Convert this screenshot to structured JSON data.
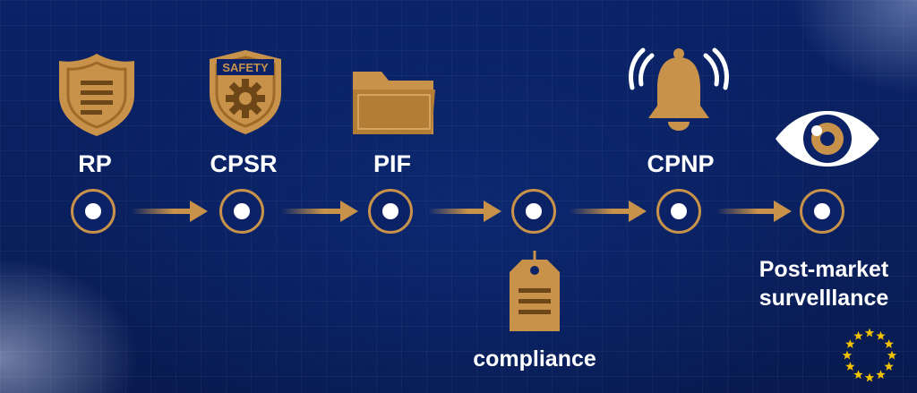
{
  "steps": [
    {
      "label": "RP",
      "icon": "shield-document-icon"
    },
    {
      "label": "CPSR",
      "icon": "safety-badge-gear-icon",
      "badge_text": "SAFETY"
    },
    {
      "label": "PIF",
      "icon": "folder-icon"
    },
    {
      "label": "compliance",
      "icon": "tag-label-icon"
    },
    {
      "label": "CPNP",
      "icon": "ringing-bell-icon"
    },
    {
      "label": "Post-market\nsurvelllance",
      "icon": "eye-icon"
    }
  ],
  "colors": {
    "accent": "#c8924a",
    "icon_dark": "#a8742e",
    "background": "#0a2266",
    "text": "#ffffff",
    "eu_star": "#f2c200"
  },
  "emblem": {
    "icon": "eu-stars-icon"
  }
}
